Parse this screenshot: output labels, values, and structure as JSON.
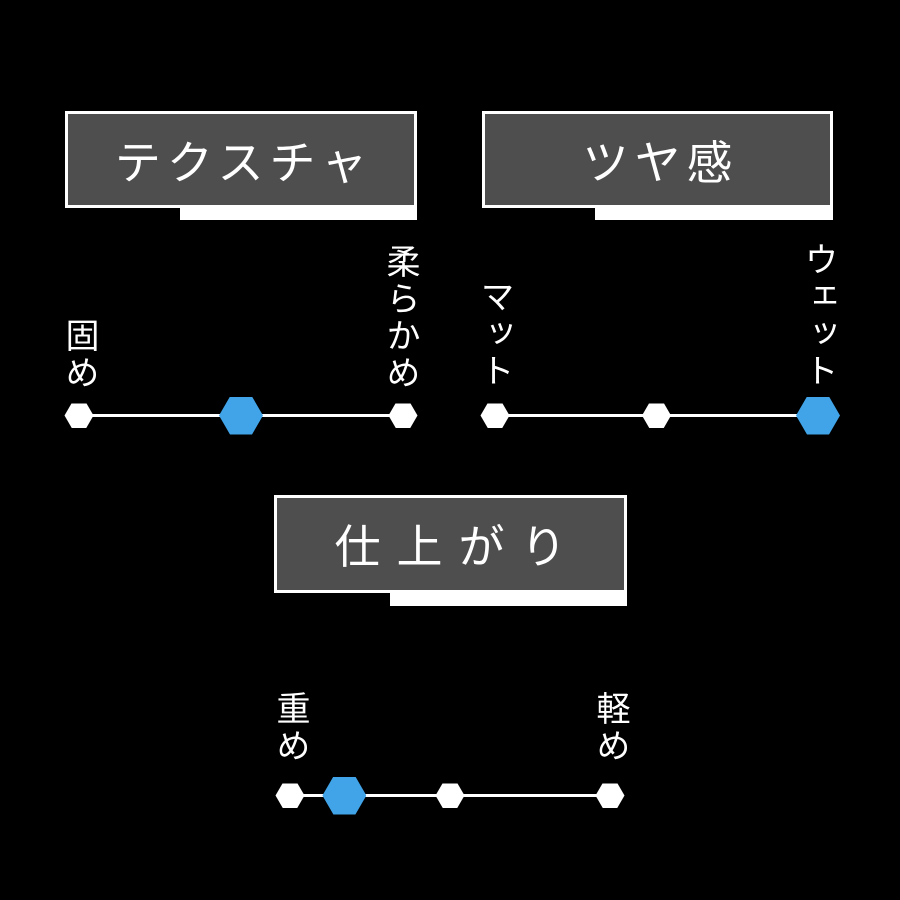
{
  "canvas": {
    "background": "#000000"
  },
  "colors": {
    "marker_blue": "#41a4e8",
    "anchor_white": "#ffffff",
    "header_fill": "#4e4e4e",
    "header_border": "#ffffff",
    "text_white": "#ffffff"
  },
  "scales": [
    {
      "title": "テクスチャ",
      "min_label": "固め",
      "max_label": "柔らかめ",
      "anchor_percents": [
        0,
        50,
        100
      ],
      "value_percent": 50
    },
    {
      "title": "ツヤ感",
      "min_label": "マット",
      "max_label": "ウェット",
      "anchor_percents": [
        0,
        50,
        100
      ],
      "value_percent": 100
    },
    {
      "title": "仕上がり",
      "min_label": "重め",
      "max_label": "軽め",
      "anchor_percents": [
        0,
        50,
        100
      ],
      "value_percent": 17
    }
  ],
  "chart_data": {
    "type": "table",
    "title": "",
    "description_rows": [
      {
        "attribute": "テクスチャ",
        "min_label": "固め",
        "max_label": "柔らかめ",
        "value_percent": 50
      },
      {
        "attribute": "ツヤ感",
        "min_label": "マット",
        "max_label": "ウェット",
        "value_percent": 100
      },
      {
        "attribute": "仕上がり",
        "min_label": "重め",
        "max_label": "軽め",
        "value_percent": 17
      }
    ],
    "scale_anchors_percent": [
      0,
      50,
      100
    ],
    "marker_color": "#41a4e8",
    "anchor_color": "#ffffff",
    "layout": "three rating sliders on black background, blue hexagon marks value"
  }
}
